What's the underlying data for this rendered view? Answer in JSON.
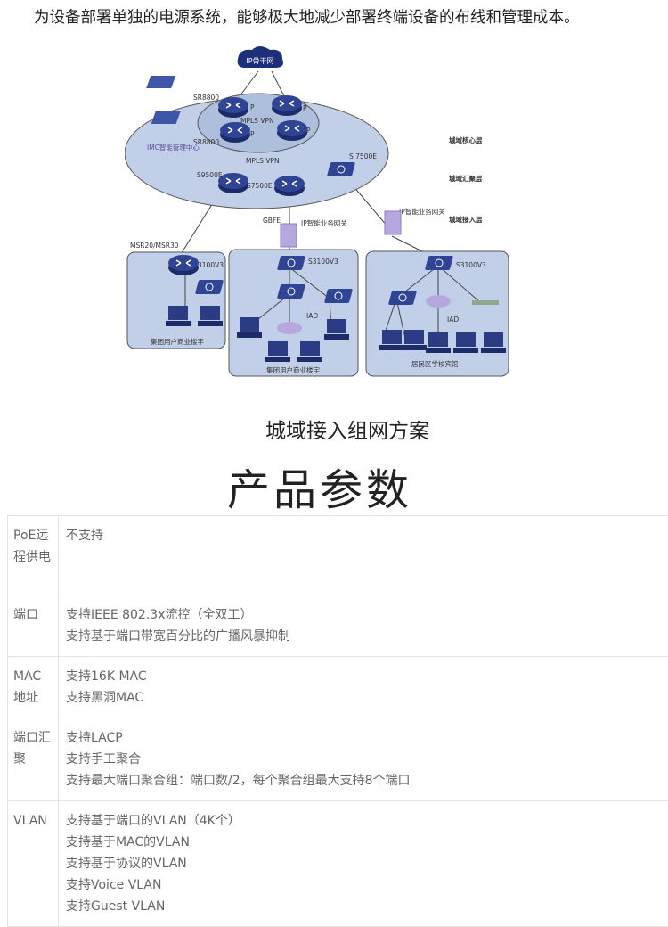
{
  "intro": "为设备部署单独的电源系统，能够极大地减少部署终端设备的布线和管理成本。",
  "diagram": {
    "cloud": "IP骨干网",
    "sr8800_top": "SR8800",
    "sr8800_mid": "SR8800",
    "p": "P",
    "mpls_inner": "MPLS VPN",
    "mpls_outer": "MPLS VPN",
    "imc": "IMC智能管理中心",
    "s9500e": "S9500E",
    "s7500e_mid": "S7500E",
    "s7500e_right": "S 7500E",
    "core_layer": "城域核心层",
    "agg_layer": "城域汇聚层",
    "access_layer": "城域接入层",
    "gbfe": "GBFE",
    "gw1": "IP智能业务网关",
    "gw2": "IP智能业务网关",
    "msr": "MSR20/MSR30",
    "s3100_1": "3100V3",
    "s3100_2": "S3100V3",
    "s3100_3": "S3100V3",
    "iad": "IAD",
    "box1": "集团用户商业楼宇",
    "box2": "集团用户商业楼宇",
    "box3": "居民区学校宾馆"
  },
  "caption": "城域接入组网方案",
  "section_title": "产品参数",
  "params": [
    {
      "key": "PoE远程供电",
      "values": [
        "不支持"
      ]
    },
    {
      "key": "端口",
      "values": [
        "支持IEEE 802.3x流控（全双工）",
        "支持基于端口带宽百分比的广播风暴抑制"
      ]
    },
    {
      "key": "MAC地址",
      "values": [
        "支持16K MAC",
        "支持黑洞MAC"
      ]
    },
    {
      "key": "端口汇聚",
      "values": [
        "支持LACP",
        "支持手工聚合",
        "支持最大端口聚合组：端口数/2，每个聚合组最大支持8个端口"
      ]
    },
    {
      "key": "VLAN",
      "values": [
        "支持基于端口的VLAN（4K个）",
        "支持基于MAC的VLAN",
        "支持基于协议的VLAN",
        "支持Voice VLAN",
        "支持Guest VLAN"
      ]
    }
  ]
}
